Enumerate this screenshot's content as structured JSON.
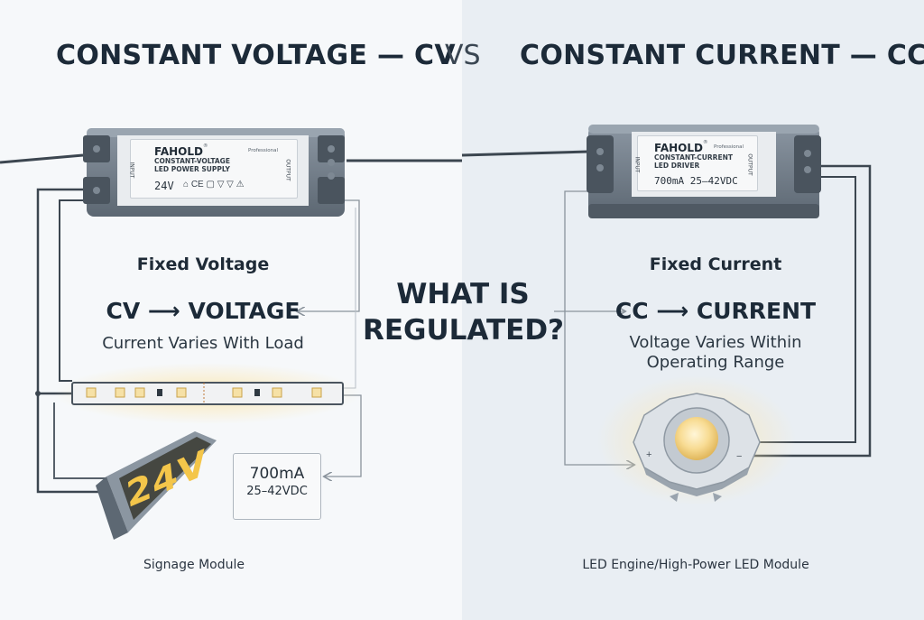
{
  "left": {
    "title": "CONSTANT VOLTAGE — CV",
    "supply": {
      "brand": "FAHOLD",
      "trademark": "®",
      "tagline": "Professional",
      "type_line1": "CONSTANT-VOLTAGE",
      "type_line2": "LED POWER SUPPLY",
      "rating": "24V",
      "cert_marks": "⌂ CE ▢ ▽ ▽ ⚠",
      "input_label": "INPUT",
      "output_label": "OUTPUT"
    },
    "fixed_label": "Fixed Voltage",
    "regulated_line": "CV ⟶ VOLTAGE",
    "description": "Current Varies With Load",
    "sign_text": "24V",
    "spec_card": {
      "current": "700mA",
      "range": "25–42VDC"
    },
    "caption": "Signage Module"
  },
  "vs": "VS",
  "center_question": {
    "line1": "WHAT IS",
    "line2": "REGULATED?"
  },
  "right": {
    "title": "CONSTANT CURRENT — CC",
    "driver": {
      "brand": "FAHOLD",
      "trademark": "®",
      "tagline": "Professional",
      "type_line1": "CONSTANT-CURRENT",
      "type_line2": "LED DRIVER",
      "rating": "700mA  25–42VDC",
      "input_label": "INPUT",
      "output_label": "OUTPUT"
    },
    "fixed_label": "Fixed Current",
    "regulated_line": "CC ⟶ CURRENT",
    "description_line1": "Voltage Varies Within",
    "description_line2": "Operating Range",
    "led_polarity_plus": "+",
    "led_polarity_minus": "−",
    "caption": "LED Engine/High-Power LED Module"
  },
  "colors": {
    "left_background": "#f6f8fa",
    "right_background": "#e9eef3",
    "housing": "#6f7a86",
    "wire": "#3c4650",
    "led_glow": "#f6d88a",
    "sign_text": "#f4c64a"
  }
}
